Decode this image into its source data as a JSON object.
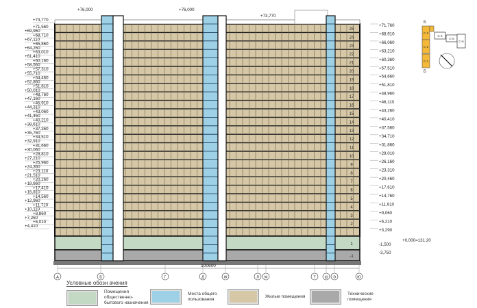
{
  "elevations_left_outer": [
    "+69,960",
    "+67,110",
    "+64,260",
    "+61,410",
    "+58,560",
    "+55,710",
    "+52,860",
    "+50,010",
    "+47,160",
    "+44,310",
    "+41,460",
    "+38,610",
    "+35,760",
    "+32,910",
    "+30,060",
    "+27,210",
    "+24,360",
    "+21,510",
    "+18,660",
    "+15,810",
    "+12,960",
    "+10,110",
    "+7,260",
    "+4,410"
  ],
  "elevations_left_inner": [
    "+73,770",
    "+71,560",
    "+68,710",
    "+65,860",
    "+63,010",
    "+60,160",
    "+57,310",
    "+54,460",
    "+51,610",
    "+48,760",
    "+45,910",
    "+43,060",
    "+40,210",
    "+37,360",
    "+34,510",
    "+31,660",
    "+28,810",
    "+25,960",
    "+23,110",
    "+20,260",
    "+17,410",
    "+14,560",
    "+11,710",
    "+8,860",
    "+6,010"
  ],
  "elevations_right": [
    "+71,760",
    "+68,910",
    "+66,060",
    "+63,210",
    "+60,360",
    "+57,510",
    "+54,660",
    "+51,810",
    "+48,960",
    "+46,110",
    "+43,260",
    "+40,410",
    "+37,560",
    "+34,710",
    "+31,860",
    "+29,010",
    "+26,160",
    "+23,310",
    "+20,460",
    "+17,610",
    "+14,760",
    "+11,910",
    "+9,060",
    "+6,210",
    "+3,290"
  ],
  "elevations_below": [
    "-1,500",
    "-3,750"
  ],
  "zero_mark": "+0,000=131.20",
  "top_marks": [
    "+76,000",
    "+76,000",
    "+73,770"
  ],
  "floor_numbers": [
    "25",
    "24",
    "23",
    "22",
    "21",
    "20",
    "19",
    "18",
    "17",
    "16",
    "15",
    "14",
    "13",
    "12",
    "11",
    "10",
    "9",
    "8",
    "7",
    "6",
    "5",
    "4",
    "3",
    "2",
    "1",
    "-1"
  ],
  "overall_dimension": "100600",
  "axes": [
    "А",
    "Б",
    "Г",
    "Д",
    "Ж",
    "Л",
    "М",
    "Т",
    "Ш",
    "Э",
    "Ю"
  ],
  "key_plan": {
    "sections": [
      "С-3",
      "С-2",
      "С-1",
      "С-4",
      "С-5",
      "С-6"
    ],
    "section_mark": "Б"
  },
  "legend": {
    "title": "Условные обозн ачения",
    "items": [
      {
        "label": "Помещения общественно-бытового назначения",
        "color": "#c3d9c3"
      },
      {
        "label": "Места общего пользования",
        "color": "#9ed1e6"
      },
      {
        "label": "Жилые помещения",
        "color": "#d6c8a6"
      },
      {
        "label": "Технические помещения",
        "color": "#a9a9a9"
      }
    ]
  },
  "colors": {
    "residential": "#d6c8a6",
    "common": "#9ed1e6",
    "public": "#c3d9c3",
    "technical": "#a9a9a9",
    "keyplan": "#f5b93a"
  }
}
